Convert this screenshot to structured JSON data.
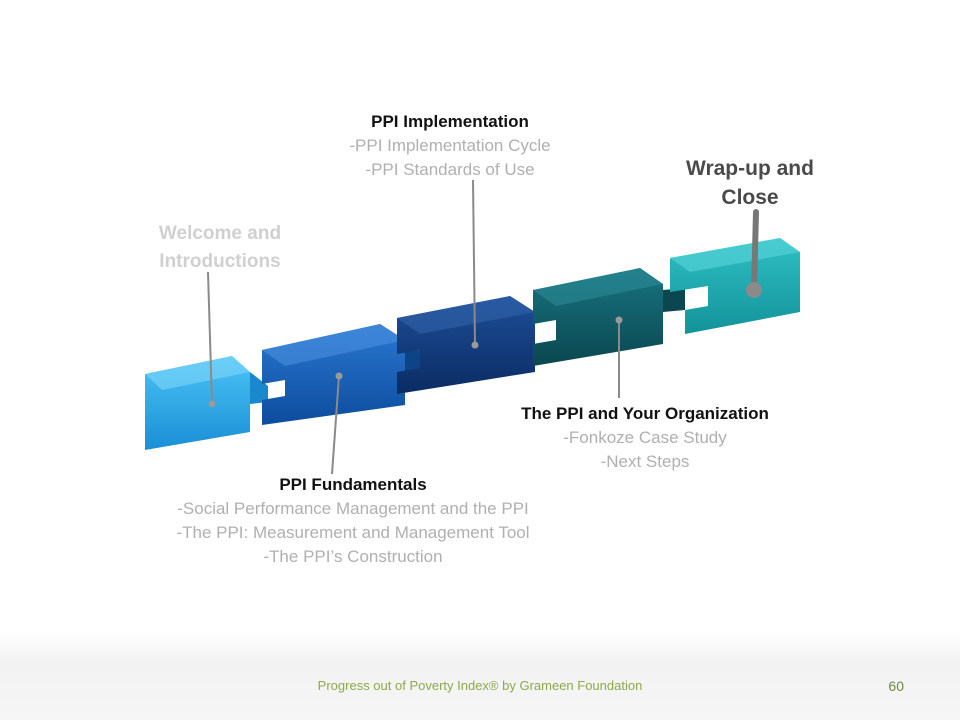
{
  "diagram": {
    "stages": [
      {
        "heading": "Welcome and",
        "heading2": "Introductions",
        "bullets": [],
        "color": "#29a8e8",
        "state": "dimmed"
      },
      {
        "heading": "PPI Fundamentals",
        "bullets": [
          "-Social Performance Management and the PPI",
          "-The PPI: Measurement and Management Tool",
          "-The PPI’s Construction"
        ],
        "color": "#1560b8",
        "state": "normal"
      },
      {
        "heading": "PPI Implementation",
        "bullets": [
          "-PPI Implementation Cycle",
          "-PPI Standards of Use"
        ],
        "color": "#123a7a",
        "state": "normal"
      },
      {
        "heading": "The PPI and Your Organization",
        "bullets": [
          "-Fonkoze Case Study",
          "-Next Steps"
        ],
        "color": "#115c66",
        "state": "normal"
      },
      {
        "heading": "Wrap-up and",
        "heading2": "Close",
        "bullets": [],
        "color": "#1aa3a8",
        "state": "current"
      }
    ]
  },
  "footer": {
    "text": "Progress out of Poverty Index® by Grameen Foundation",
    "page_number": "60"
  },
  "colors": {
    "heading": "#111111",
    "subtext": "#b0b0b0",
    "dimmed_text": "#d0d0d0",
    "current_text": "#4a4a4a",
    "footer_text": "#8fa84a"
  }
}
